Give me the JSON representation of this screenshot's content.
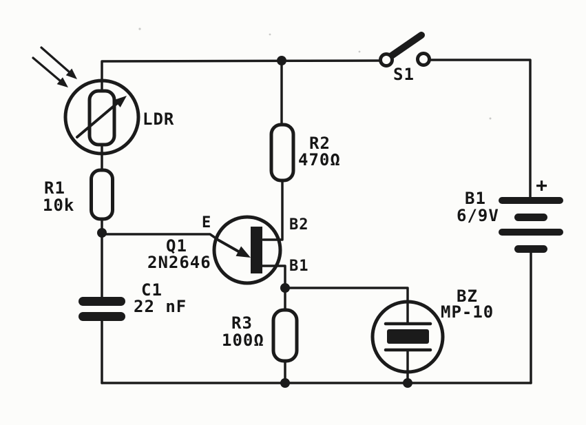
{
  "diagram": {
    "ink_color": "#1b1b1b",
    "paper_color": "#fcfcfa",
    "components": {
      "ldr": {
        "label": "LDR"
      },
      "r1": {
        "name": "R1",
        "value": "10k"
      },
      "c1": {
        "name": "C1",
        "value": "22 nF"
      },
      "q1": {
        "name": "Q1",
        "value": "2N2646",
        "pin_emitter": "E",
        "pin_base2": "B2",
        "pin_base1": "B1"
      },
      "r2": {
        "name": "R2",
        "value": "470Ω"
      },
      "r3": {
        "name": "R3",
        "value": "100Ω"
      },
      "s1": {
        "name": "S1"
      },
      "b1": {
        "name": "B1",
        "value": "6/9V",
        "polarity": "+"
      },
      "bz": {
        "name": "BZ",
        "value": "MP-10"
      }
    }
  }
}
